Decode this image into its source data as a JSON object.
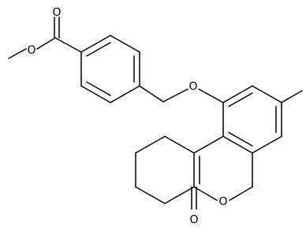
{
  "diagram": {
    "type": "skeletal-structure",
    "atoms": {
      "ester_carbonyl_o": "O",
      "ester_ether_o": "O",
      "benzyl_ether_o": "O",
      "lactone_ring_o": "O",
      "lactone_carbonyl_o": "O"
    },
    "colors": {
      "bond": "#000000",
      "background": "#ffffff"
    }
  }
}
